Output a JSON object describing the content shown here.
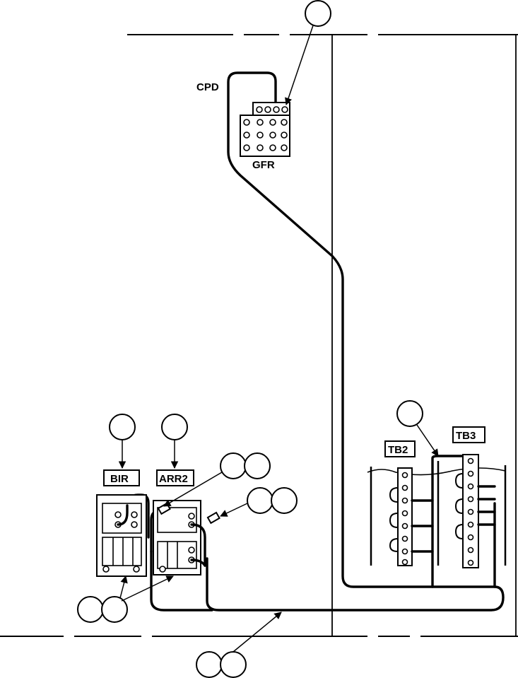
{
  "labels": {
    "cpd": "CPD",
    "gfr": "GFR",
    "bir": "BIR",
    "arr2": "ARR2",
    "tb2": "TB2",
    "tb3": "TB3"
  },
  "colors": {
    "line": "#000000",
    "background": "#ffffff"
  },
  "icons": [
    "callout-circle",
    "relay-icon",
    "terminal-board-icon"
  ]
}
